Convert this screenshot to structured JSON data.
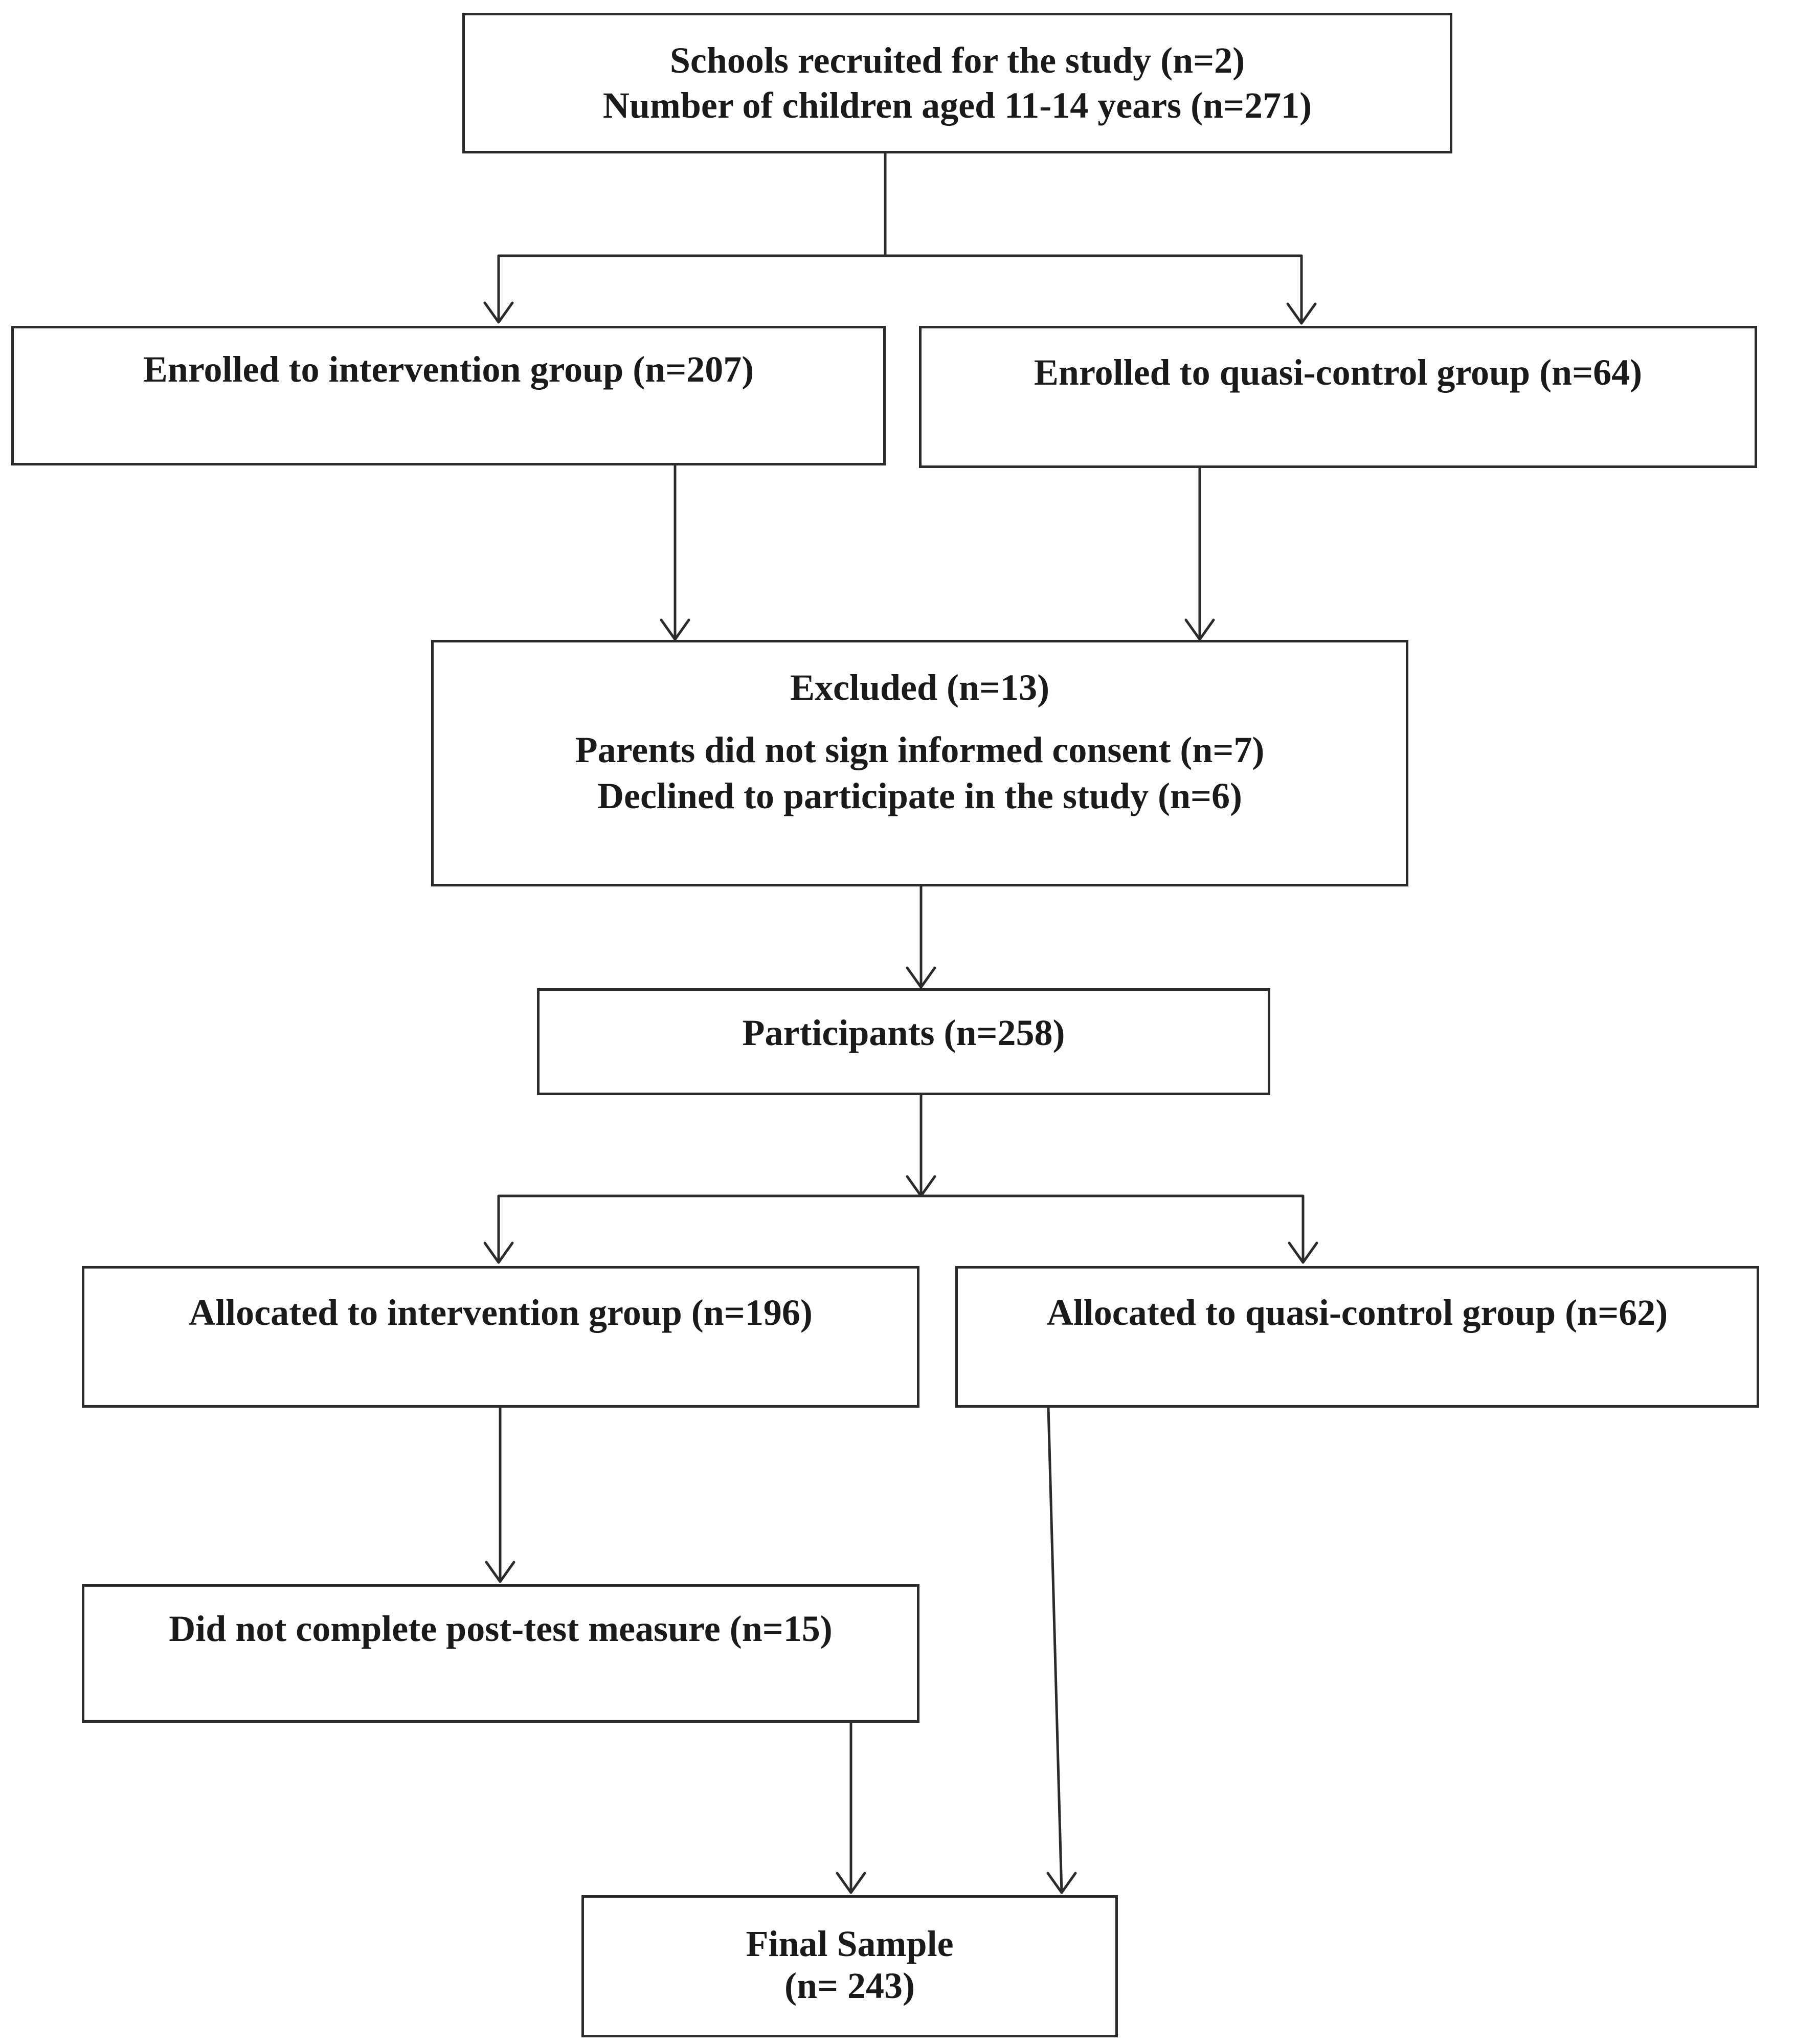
{
  "flowchart": {
    "recruitment": {
      "line1": "Schools recruited for the study (n=2)",
      "line2": "Number of children aged 11-14 years (n=271)"
    },
    "enrolled_intervention": {
      "line1": "Enrolled to intervention group (n=207)"
    },
    "enrolled_control": {
      "line1": "Enrolled to quasi-control group (n=64)"
    },
    "excluded": {
      "line1": "Excluded (n=13)",
      "line2": "Parents did not sign informed consent (n=7)",
      "line3": "Declined to participate in the study (n=6)"
    },
    "participants": {
      "line1": "Participants (n=258)"
    },
    "allocated_intervention": {
      "line1": "Allocated to intervention group (n=196)"
    },
    "allocated_control": {
      "line1": "Allocated to quasi-control group (n=62)"
    },
    "post_test": {
      "line1": "Did not complete post-test measure (n=15)"
    },
    "final_sample": {
      "line1": "Final Sample",
      "line2": "(n= 243)"
    }
  },
  "colors": {
    "stroke": "#2b2b2b",
    "text": "#1a1a1a",
    "background": "#ffffff"
  }
}
